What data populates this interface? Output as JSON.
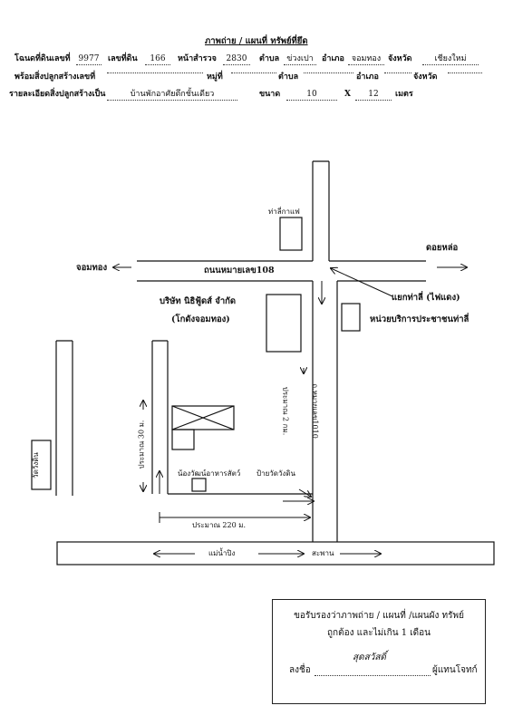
{
  "header": {
    "title": "ภาพถ่าย / แผนที่ ทรัพย์ที่ยึด",
    "row1": {
      "deed_label": "โฉนดที่ดินเลขที่",
      "deed_no": "9977",
      "land_no_label": "เลขที่ดิน",
      "land_no": "166",
      "survey_label": "หน้าสำรวจ",
      "survey_no": "2830",
      "tambon_label": "ตำบล",
      "tambon": "ข่วงเปา",
      "amphoe_label": "อำเภอ",
      "amphoe": "จอมทอง",
      "province_label": "จังหวัด",
      "province": "เชียงใหม่"
    },
    "row2": {
      "building_label": "พร้อมสิ่งปลูกสร้างเลขที่",
      "moo_label": "หมู่ที่",
      "tambon_label": "ตำบล",
      "amphoe_label": "อำเภอ",
      "province_label": "จังหวัด"
    },
    "row3": {
      "detail_label": "รายละเอียดสิ่งปลูกสร้างเป็น",
      "detail": "บ้านพักอาศัยตึกชั้นเดียว",
      "size_label": "ขนาด",
      "width": "10",
      "x": "X",
      "length": "12",
      "unit": "เมตร"
    }
  },
  "map": {
    "tha_li_kafae": "ท่าลี่กาแฟ",
    "doi_lo": "ดอยหล่อ",
    "chom_thong": "จอมทอง",
    "road_108": "ถนนหมายเลข108",
    "company_name": "บริษัท นิธิฟู้ดส์ จำกัด",
    "company_sub": "(โกดังจอมทอง)",
    "junction": "แยกท่าลี่ (ไฟแดง)",
    "service_unit": "หน่วยบริการประชาชนท่าลี่",
    "dist_2km": "ประมาณ 2 กม.",
    "soi": "ถ.หมายเลข1010",
    "dist_30m": "ประมาณ 30 ม.",
    "temple": "วัดวังดิน",
    "feed_shop": "น้องวัฒน์อาหารสัตว์",
    "sign": "ป้ายวัดวังดิน",
    "dist_220m": "ประมาณ 220 ม.",
    "canal": "แม่น้ำปิง",
    "bridge": "สะพาน"
  },
  "certify": {
    "line1": "ขอรับรองว่าภาพถ่าย / แผนที่ /แผนผัง ทรัพย์",
    "line2": "ถูกต้อง และไม่เกิน 1 เดือน",
    "sign_label": "ลงชื่อ",
    "signature": "สุดสวัสดิ์",
    "role": "ผู้แทนโจทก์"
  }
}
